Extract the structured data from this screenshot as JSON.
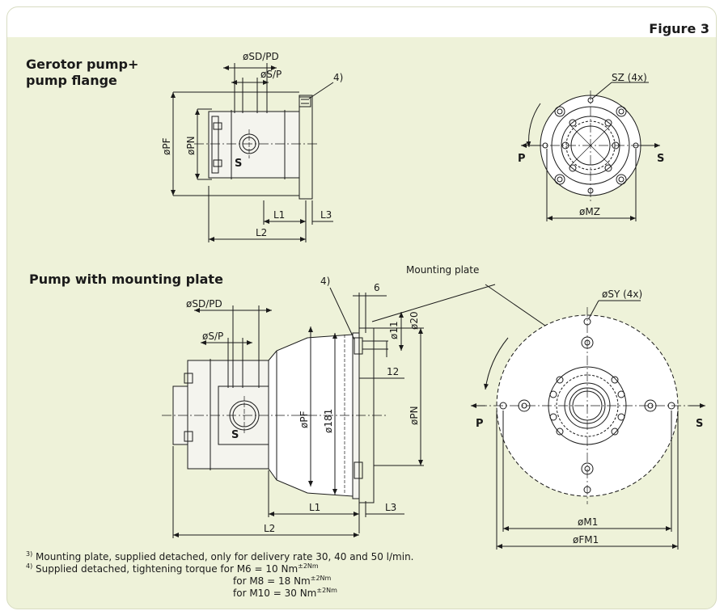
{
  "figure_title": "Figure 3",
  "sections": {
    "top": {
      "title_line1": "Gerotor pump+",
      "title_line2": "pump flange"
    },
    "bottom": {
      "title": "Pump with mounting plate"
    }
  },
  "labels": {
    "sd_pd": "øSD/PD",
    "s_p": "øS/P",
    "note4": "4)",
    "pf": "øPF",
    "pn": "øPN",
    "s": "S",
    "p": "P",
    "l1": "L1",
    "l2": "L2",
    "l3": "L3",
    "sz": "SZ (4x)",
    "mz": "øMZ",
    "mounting_plate": "Mounting plate",
    "dim6": "6",
    "d11": "ø11",
    "d20": "ø20",
    "dim12": "12",
    "d181": "ø181",
    "sy": "øSY (4x)",
    "m1": "øM1",
    "fm1": "øFM1"
  },
  "notes": {
    "n3_mark": "3)",
    "n3_text": "Mounting plate, supplied detached, only for delivery rate 30, 40 and 50 l/min.",
    "n4_mark": "4)",
    "n4_text": "Supplied detached, tightening torque  for M6   = 10 Nm",
    "tol": "±2Nm",
    "m8": "for M8   = 18 Nm",
    "m10": "for M10 = 30 Nm"
  }
}
